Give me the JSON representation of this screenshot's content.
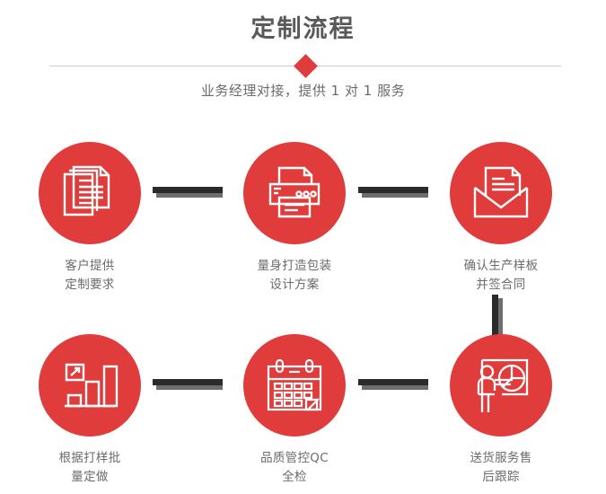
{
  "header": {
    "title": "定制流程",
    "subtitle": "业务经理对接，提供 1 对 1 服务"
  },
  "colors": {
    "accent_red": "#e03c3c",
    "title_gray": "#595959",
    "label_gray": "#6b6b6b",
    "divider_gray": "#cccccc",
    "connector_dark": "#2b2b2b",
    "connector_shadow": "#6e6e6e"
  },
  "steps": [
    {
      "index": 1,
      "icon": "documents-stack-icon",
      "label": "客户提供\n定制要求"
    },
    {
      "index": 2,
      "icon": "printer-icon",
      "label": "量身打造包装\n设计方案"
    },
    {
      "index": 3,
      "icon": "envelope-document-icon",
      "label": "确认生产样板\n并签合同"
    },
    {
      "index": 4,
      "icon": "bar-chart-growth-icon",
      "label": "根据打样批\n量定做"
    },
    {
      "index": 5,
      "icon": "calendar-icon",
      "label": "品质管控QC\n全检"
    },
    {
      "index": 6,
      "icon": "presentation-pie-chart-icon",
      "label": "送货服务售\n后跟踪"
    }
  ]
}
